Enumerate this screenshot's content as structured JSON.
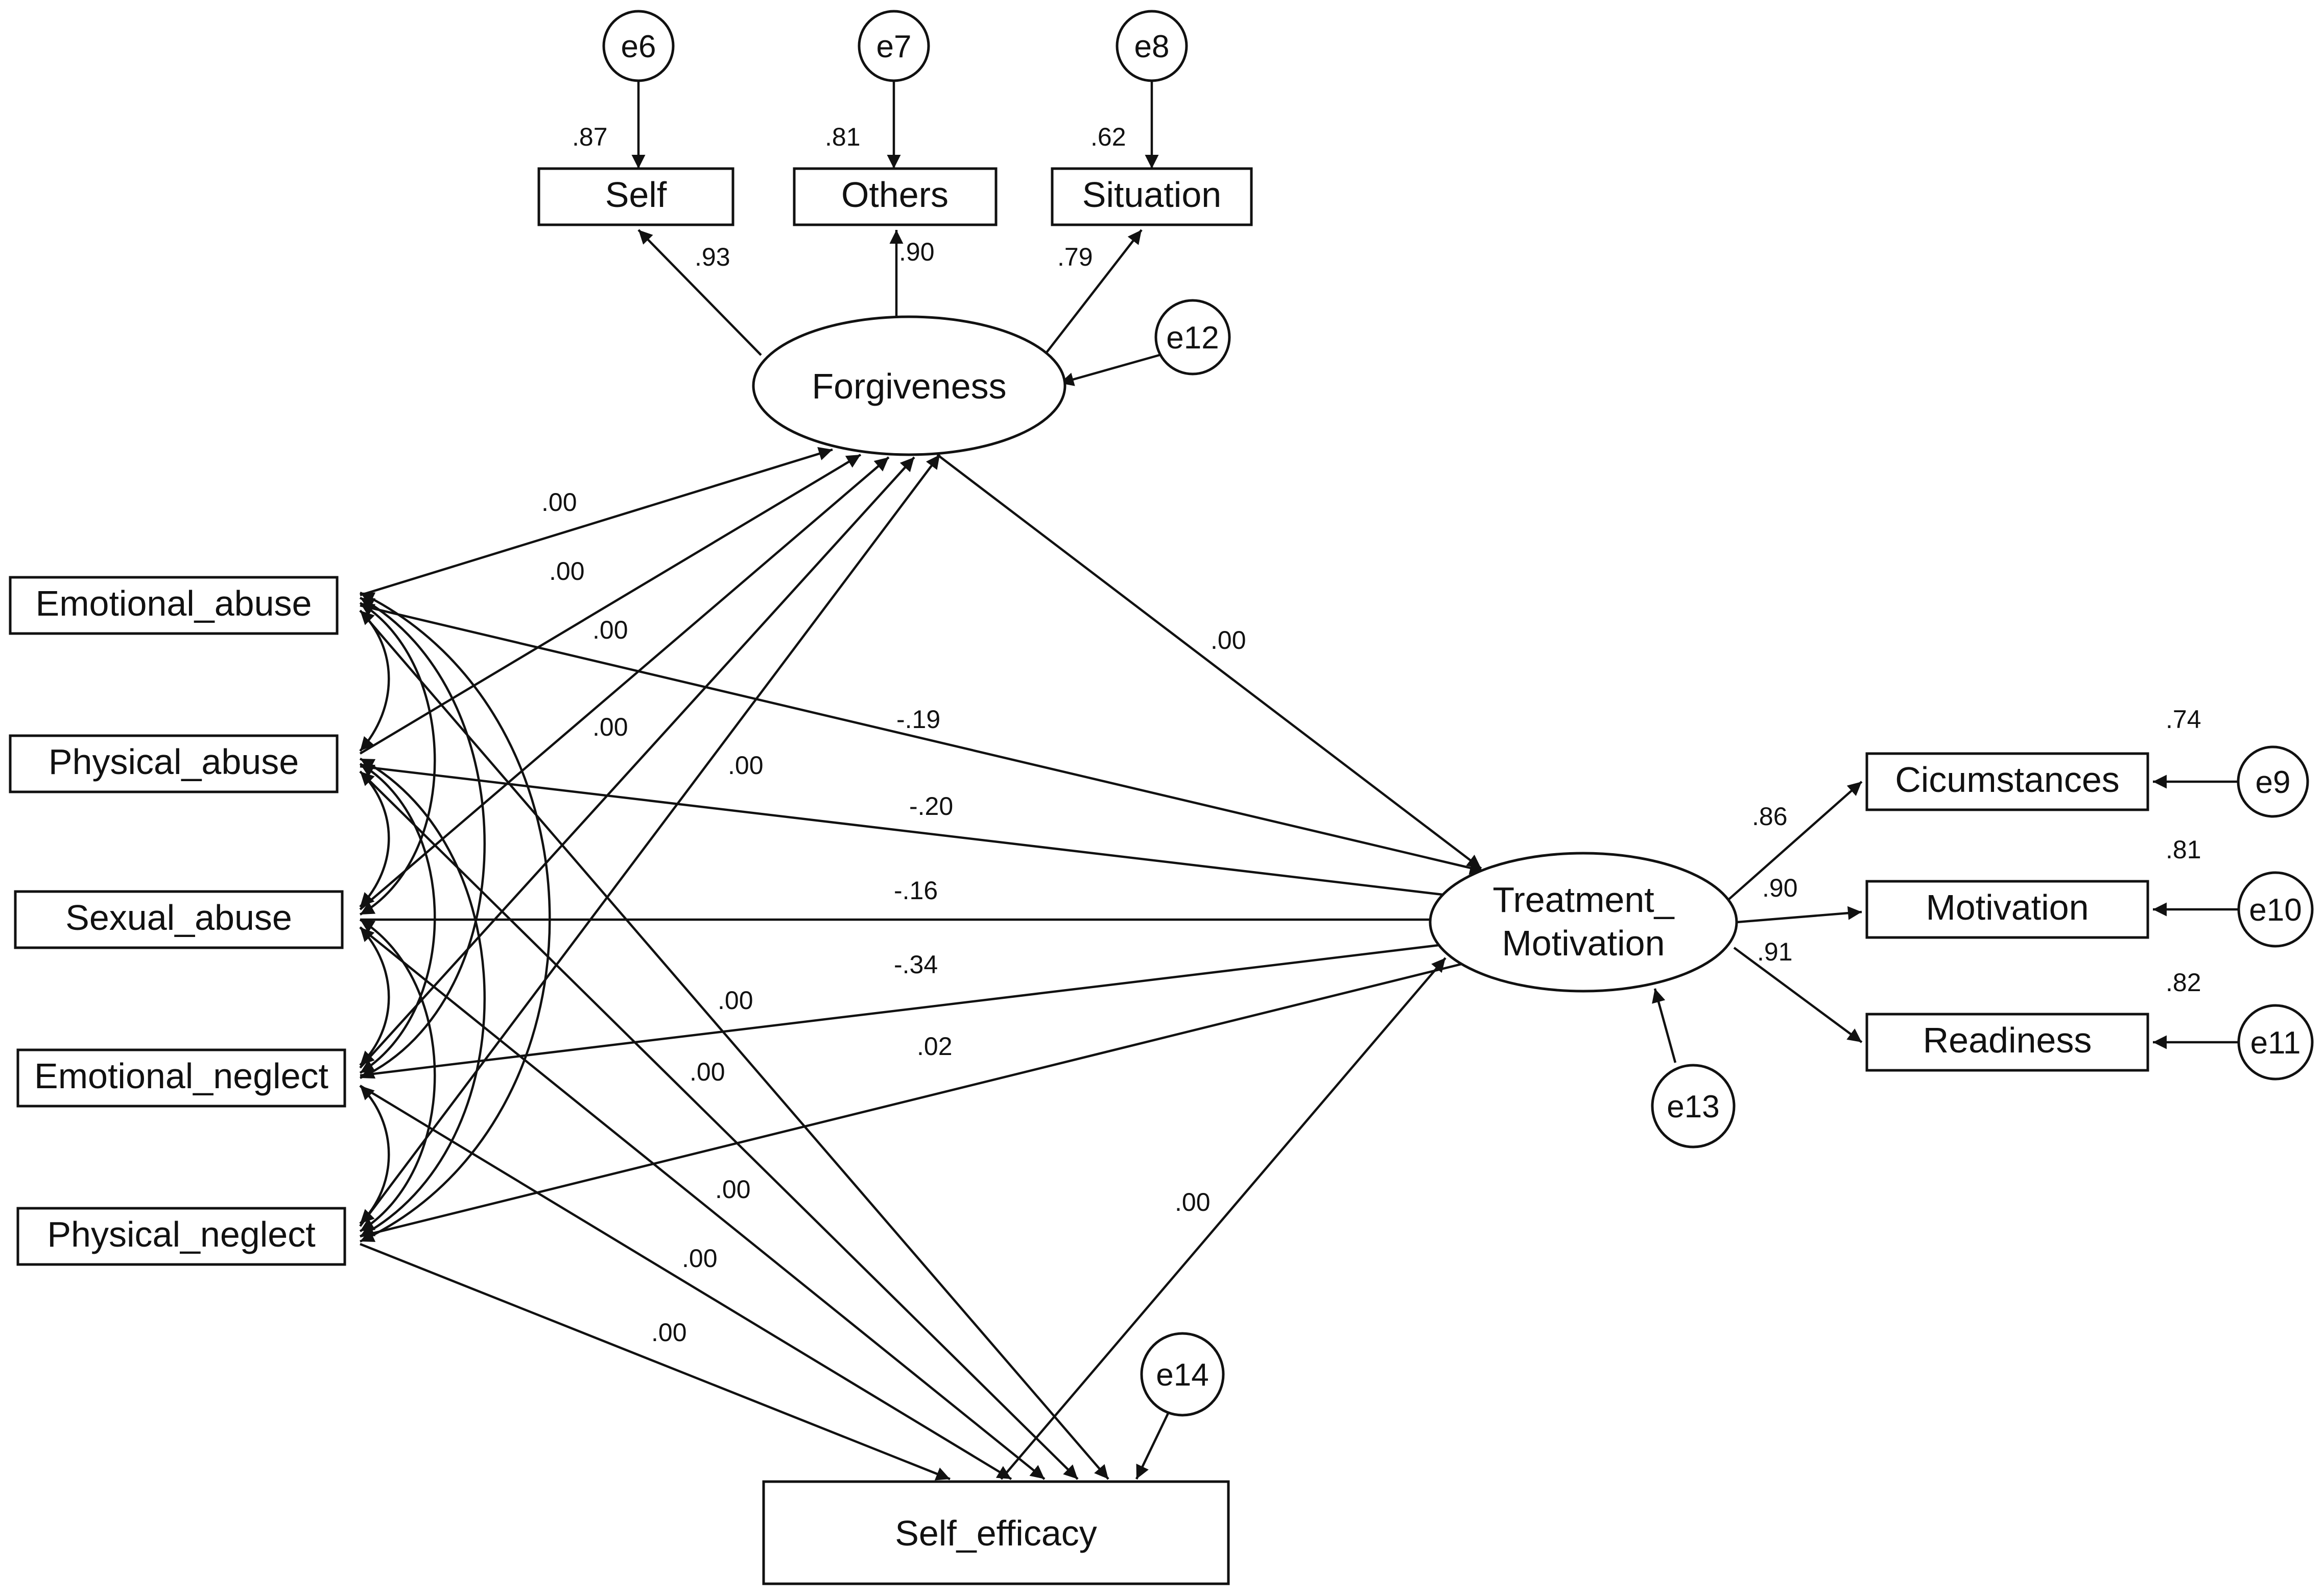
{
  "observed": {
    "self": "Self",
    "others": "Others",
    "situation": "Situation",
    "emotional_abuse": "Emotional_abuse",
    "physical_abuse": "Physical_abuse",
    "sexual_abuse": "Sexual_abuse",
    "emotional_neglect": "Emotional_neglect",
    "physical_neglect": "Physical_neglect",
    "circumstances": "Cicumstances",
    "motivation": "Motivation",
    "readiness": "Readiness",
    "self_efficacy": "Self_efficacy"
  },
  "latent": {
    "forgiveness": "Forgiveness",
    "treatment_line1": "Treatment_",
    "treatment_line2": "Motivation"
  },
  "errors": {
    "e6": "e6",
    "e7": "e7",
    "e8": "e8",
    "e9": "e9",
    "e10": "e10",
    "e11": "e11",
    "e12": "e12",
    "e13": "e13",
    "e14": "e14"
  },
  "r2": {
    "self": ".87",
    "others": ".81",
    "situation": ".62",
    "circumstances": ".74",
    "motivation": ".81",
    "readiness": ".82"
  },
  "loadings": {
    "self": ".93",
    "others": ".90",
    "situation": ".79",
    "circumstances": ".86",
    "motivation": ".90",
    "readiness": ".91"
  },
  "paths": {
    "ea_forgiveness": ".00",
    "pa_forgiveness": ".00",
    "sa_forgiveness": ".00",
    "en_forgiveness": ".00",
    "pn_forgiveness": ".00",
    "forgiveness_treatment": ".00",
    "ea_treatment": "-.19",
    "pa_treatment": "-.20",
    "sa_treatment": "-.16",
    "en_treatment": "-.34",
    "pn_treatment": ".02",
    "ea_selfeff": ".00",
    "pa_selfeff": ".00",
    "sa_selfeff": ".00",
    "en_selfeff": ".00",
    "pn_selfeff": ".00",
    "selfeff_treatment": ".00"
  }
}
